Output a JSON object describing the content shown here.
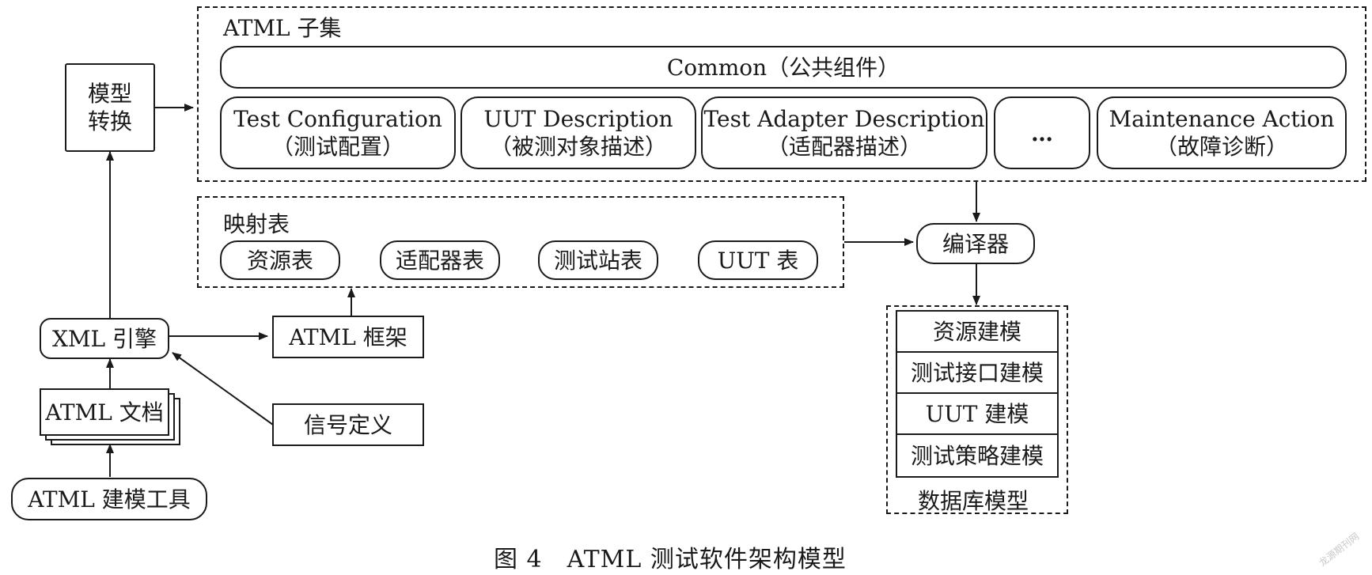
{
  "subset": {
    "title": "ATML 子集",
    "common": "Common（公共组件）",
    "components": [
      {
        "line1": "Test  Configuration",
        "line2": "（测试配置）"
      },
      {
        "line1": "UUT  Description",
        "line2": "（被测对象描述）"
      },
      {
        "line1": "Test  Adapter  Description",
        "line2": "（适配器描述）"
      },
      {
        "line1": "…",
        "line2": ""
      },
      {
        "line1": "Maintenance  Action",
        "line2": "（故障诊断）"
      }
    ]
  },
  "model_convert": {
    "line1": "模型",
    "line2": "转换"
  },
  "mapping": {
    "title": "映射表",
    "items": [
      "资源表",
      "适配器表",
      "测试站表",
      "UUT 表"
    ]
  },
  "compiler": "编译器",
  "database": {
    "rows": [
      "资源建模",
      "测试接口建模",
      "UUT 建模",
      "测试策略建模"
    ],
    "title": "数据库模型"
  },
  "xml_engine": "XML 引擎",
  "atml_framework": "ATML 框架",
  "atml_document": "ATML 文档",
  "signal_definition": "信号定义",
  "modeling_tool": "ATML 建模工具",
  "caption": "图 4　ATML 测试软件架构模型",
  "watermark": "龙源期刊网"
}
